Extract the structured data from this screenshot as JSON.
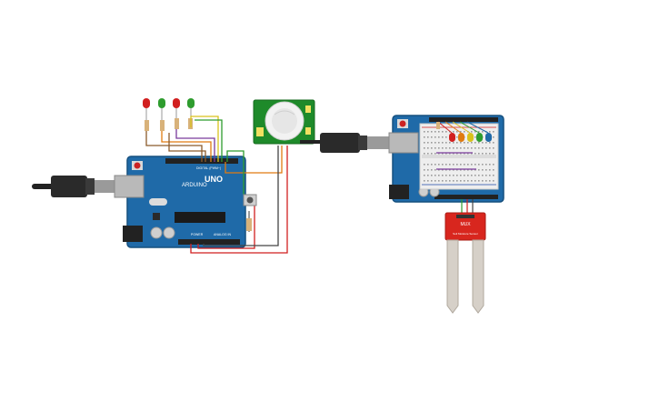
{
  "board_left": {
    "logo": "ARDUINO",
    "model": "UNO",
    "digital_label": "DIGITAL (PWM~)",
    "power_label": "POWER",
    "analog_label": "ANALOG IN"
  },
  "pir_sensor": {
    "name": "PIR"
  },
  "soil_sensor": {
    "brand": "MUX",
    "label": "Soil Moisture Sensor"
  },
  "colors": {
    "board": "#1f6aa8",
    "board_dark": "#16507f",
    "pcb_green": "#1e8a2a",
    "sensor_red": "#d8261e",
    "wire_red": "#d11f1f",
    "wire_orange": "#e07b10",
    "wire_yellow": "#d9c21c",
    "wire_green": "#2e9c2e",
    "wire_purple": "#7a3a9c",
    "wire_brown": "#8b5a2b"
  },
  "leds_left": [
    "red",
    "green",
    "red",
    "green"
  ],
  "leds_right": [
    "red",
    "orange",
    "yellow",
    "green",
    "blue"
  ]
}
